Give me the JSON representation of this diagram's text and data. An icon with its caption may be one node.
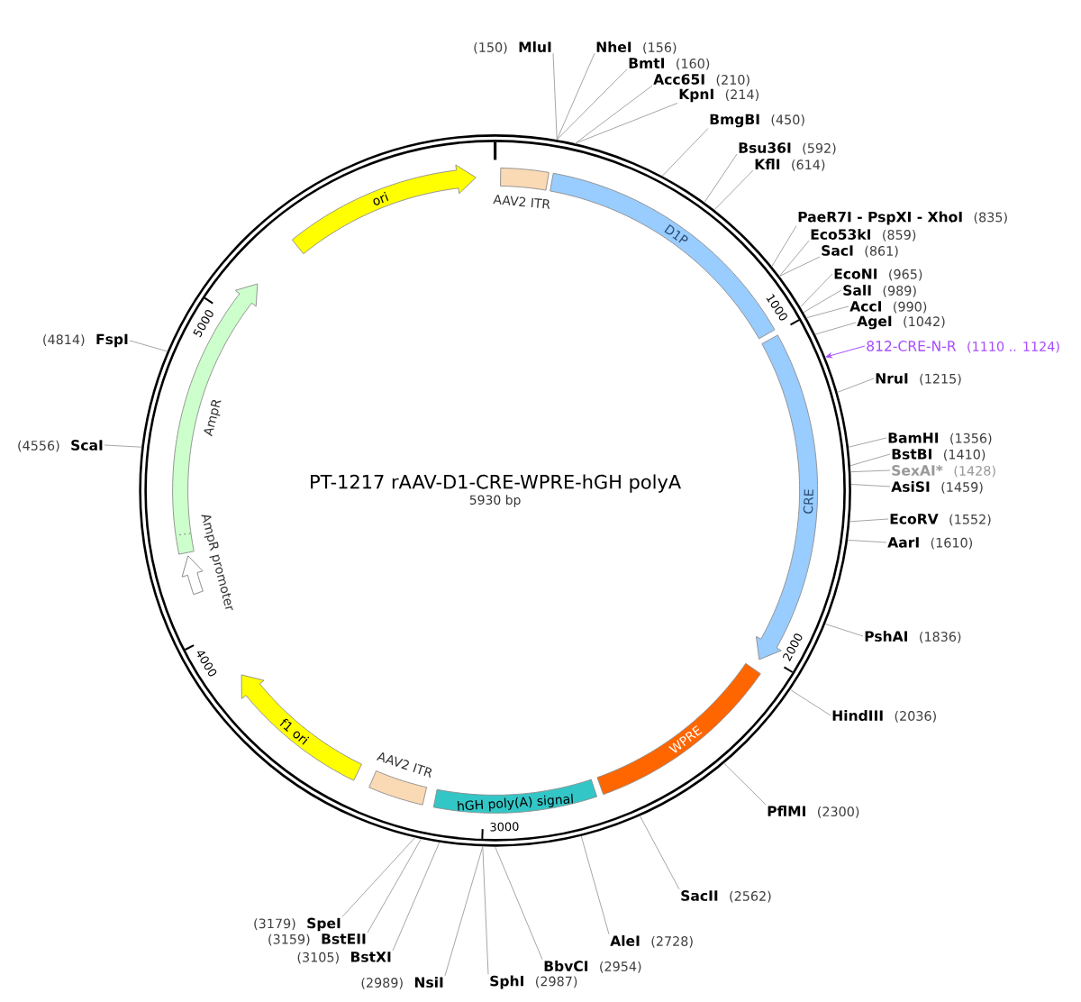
{
  "diagram": {
    "title": "PT-1217 rAAV-D1-CRE-WPRE-hGH polyA",
    "nodes": [
      {
        "text": [],
        "shape": "circle"
      },
      {
        "text": [
          "AAV2 ITR"
        ],
        "in": 0
      },
      {
        "text": [
          "D1P"
        ],
        "in": 0
      },
      {
        "text": [
          "CRE"
        ],
        "in": 0
      },
      {
        "text": [
          "WPRE"
        ],
        "in": 0
      },
      {
        "text": [
          "hGH poly(A) signal"
        ],
        "in": 0
      },
      {
        "text": [
          "AAV2 ITR"
        ],
        "in": 0
      },
      {
        "text": [
          "f1 ori"
        ],
        "in": 0
      },
      {
        "text": [
          "AmpR promoter"
        ],
        "in": 0
      },
      {
        "text": [
          "AmpR"
        ],
        "in": 0
      },
      {
        "text": [
          "ori"
        ],
        "in": 0
      },
      {
        "text": [
          "MluI"
        ],
        "beside": [
          "(150)"
        ]
      },
      {
        "text": [
          "NheI"
        ],
        "beside": [
          "(156)"
        ]
      },
      {
        "text": [
          "BmtI"
        ],
        "beside": [
          "(160)"
        ]
      },
      {
        "text": [
          "Acc65I"
        ],
        "beside": [
          "(210)"
        ]
      },
      {
        "text": [
          "KpnI"
        ],
        "beside": [
          "(214)"
        ]
      },
      {
        "text": [
          "BmgBI"
        ],
        "beside": [
          "(450)"
        ]
      },
      {
        "text": [
          "Bsu36I"
        ],
        "beside": [
          "(592)"
        ]
      },
      {
        "text": [
          "KflI"
        ],
        "beside": [
          "(614)"
        ]
      },
      {
        "text": [
          "PaeR7I - PspXI - XhoI"
        ],
        "beside": [
          "(835)"
        ]
      },
      {
        "text": [
          "Eco53kI"
        ],
        "beside": [
          "(859)"
        ]
      },
      {
        "text": [
          "SacI"
        ],
        "beside": [
          "(861)"
        ]
      },
      {
        "text": [
          "EcoNI"
        ],
        "beside": [
          "(965)"
        ]
      },
      {
        "text": [
          "SalI"
        ],
        "beside": [
          "(989)"
        ]
      },
      {
        "text": [
          "AccI"
        ],
        "beside": [
          "(990)"
        ]
      },
      {
        "text": [
          "AgeI"
        ],
        "beside": [
          "(1042)"
        ]
      },
      {
        "text": [
          "812-CRE-N-R"
        ],
        "beside": [
          "(1110 .. 1124)"
        ]
      },
      {
        "text": [
          "NruI"
        ],
        "beside": [
          "(1215)"
        ]
      },
      {
        "text": [
          "BamHI"
        ],
        "beside": [
          "(1356)"
        ]
      },
      {
        "text": [
          "BstBI"
        ],
        "beside": [
          "(1410)"
        ]
      },
      {
        "text": [
          "SexAI*"
        ],
        "beside": [
          "(1428)"
        ]
      },
      {
        "text": [
          "AsiSI"
        ],
        "beside": [
          "(1459)"
        ]
      },
      {
        "text": [
          "EcoRV"
        ],
        "beside": [
          "(1552)"
        ]
      },
      {
        "text": [
          "AarI"
        ],
        "beside": [
          "(1610)"
        ]
      },
      {
        "text": [
          "PshAI"
        ],
        "beside": [
          "(1836)"
        ]
      },
      {
        "text": [
          "HindIII"
        ],
        "beside": [
          "(2036)"
        ]
      },
      {
        "text": [
          "PflMI"
        ],
        "beside": [
          "(2300)"
        ]
      },
      {
        "text": [
          "SacII"
        ],
        "beside": [
          "(2562)"
        ]
      },
      {
        "text": [
          "AleI"
        ],
        "beside": [
          "(2728)"
        ]
      },
      {
        "text": [
          "BbvCI"
        ],
        "beside": [
          "(2954)"
        ]
      },
      {
        "text": [
          "SphI"
        ],
        "beside": [
          "(2987)"
        ]
      },
      {
        "text": [
          "NsiI"
        ],
        "beside": [
          "(2989)"
        ]
      },
      {
        "text": [
          "BstXI"
        ],
        "beside": [
          "(3105)"
        ]
      },
      {
        "text": [
          "BstEII"
        ],
        "beside": [
          "(3159)"
        ]
      },
      {
        "text": [
          "SpeI"
        ],
        "beside": [
          "(3179)"
        ]
      },
      {
        "text": [
          "ScaI"
        ],
        "beside": [
          "(4556)"
        ]
      },
      {
        "text": [
          "FspI"
        ],
        "beside": [
          "(4814)"
        ]
      }
    ],
    "edges": [
      {
        "from": 11,
        "to": 0,
        "arrow": "none"
      },
      {
        "from": 12,
        "to": 0,
        "arrow": "none"
      },
      {
        "from": 13,
        "to": 0,
        "arrow": "none"
      },
      {
        "from": 14,
        "to": 0,
        "arrow": "none"
      },
      {
        "from": 15,
        "to": 0,
        "arrow": "none"
      },
      {
        "from": 16,
        "to": 0,
        "arrow": "none"
      },
      {
        "from": 17,
        "to": 0,
        "arrow": "none"
      },
      {
        "from": 18,
        "to": 0,
        "arrow": "none"
      },
      {
        "from": 19,
        "to": 0,
        "arrow": "none"
      },
      {
        "from": 20,
        "to": 0,
        "arrow": "none"
      },
      {
        "from": 21,
        "to": 0,
        "arrow": "none"
      },
      {
        "from": 22,
        "to": 0,
        "arrow": "none"
      },
      {
        "from": 23,
        "to": 0,
        "arrow": "none"
      },
      {
        "from": 24,
        "to": 0,
        "arrow": "none"
      },
      {
        "from": 25,
        "to": 0,
        "arrow": "none"
      },
      {
        "from": 26,
        "to": 0,
        "arrow": "to",
        "color": "#a64dff"
      },
      {
        "from": 27,
        "to": 0,
        "arrow": "none"
      },
      {
        "from": 28,
        "to": 0,
        "arrow": "none"
      },
      {
        "from": 29,
        "to": 0,
        "arrow": "none"
      },
      {
        "from": 30,
        "to": 0,
        "arrow": "none"
      },
      {
        "from": 31,
        "to": 0,
        "arrow": "none"
      },
      {
        "from": 32,
        "to": 0,
        "arrow": "none"
      },
      {
        "from": 33,
        "to": 0,
        "arrow": "none"
      },
      {
        "from": 34,
        "to": 0,
        "arrow": "none"
      },
      {
        "from": 35,
        "to": 0,
        "arrow": "none"
      },
      {
        "from": 36,
        "to": 0,
        "arrow": "none"
      },
      {
        "from": 37,
        "to": 0,
        "arrow": "none"
      },
      {
        "from": 38,
        "to": 0,
        "arrow": "none"
      },
      {
        "from": 39,
        "to": 0,
        "arrow": "none"
      },
      {
        "from": 40,
        "to": 0,
        "arrow": "none"
      },
      {
        "from": 41,
        "to": 0,
        "arrow": "none"
      },
      {
        "from": 42,
        "to": 0,
        "arrow": "none"
      },
      {
        "from": 43,
        "to": 0,
        "arrow": "none"
      },
      {
        "from": 44,
        "to": 0,
        "arrow": "none"
      },
      {
        "from": 45,
        "to": 0,
        "arrow": "none"
      },
      {
        "from": 46,
        "to": 0,
        "arrow": "none"
      }
    ],
    "labels": [
      "5930 bp",
      "1000",
      "2000",
      "3000",
      "4000",
      "5000"
    ]
  }
}
